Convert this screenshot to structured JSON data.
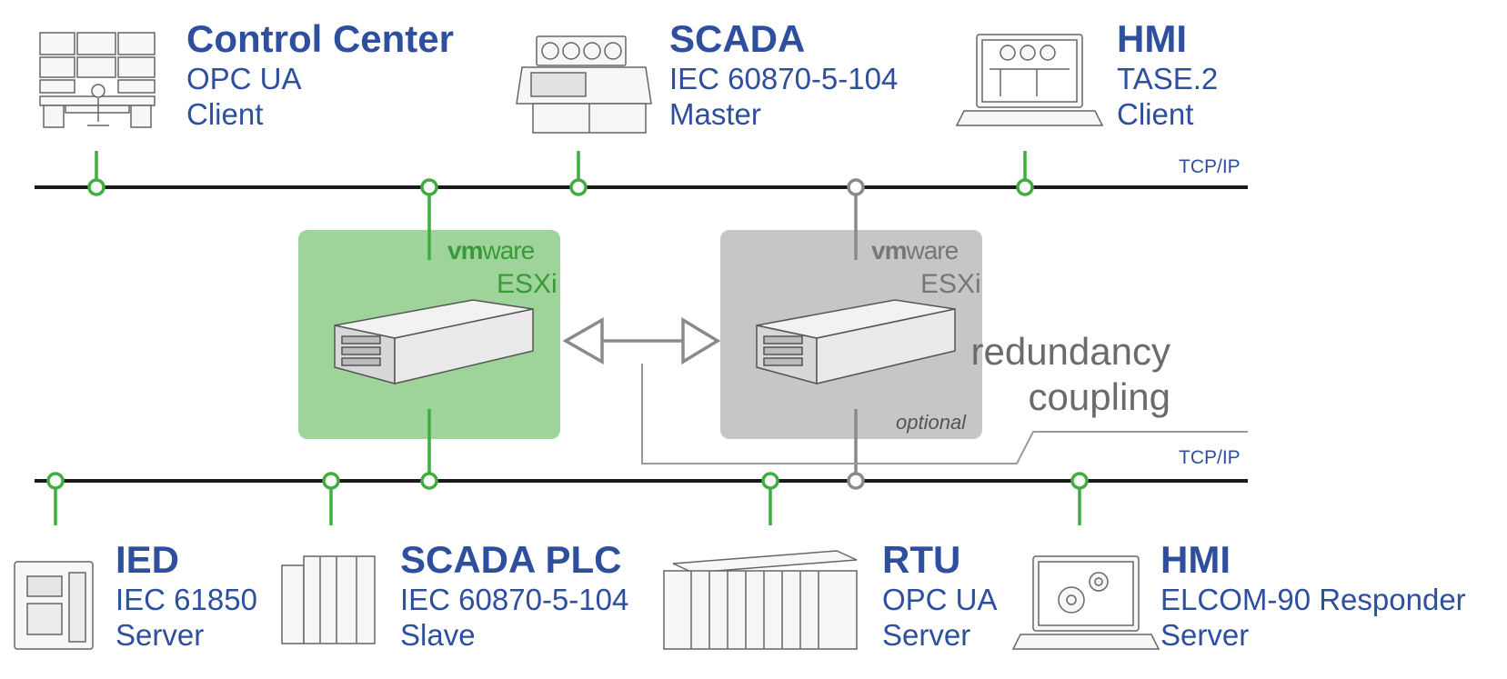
{
  "networks": {
    "top_label": "TCP/IP",
    "bottom_label": "TCP/IP"
  },
  "top_devices": [
    {
      "title": "Control Center",
      "line1": "OPC UA",
      "line2": "Client",
      "icon": "control-center-icon"
    },
    {
      "title": "SCADA",
      "line1": "IEC 60870-5-104",
      "line2": "Master",
      "icon": "scada-console-icon"
    },
    {
      "title": "HMI",
      "line1": "TASE.2",
      "line2": "Client",
      "icon": "laptop-map-icon"
    }
  ],
  "bottom_devices": [
    {
      "title": "IED",
      "line1": "IEC 61850",
      "line2": "Server",
      "icon": "ied-relay-icon"
    },
    {
      "title": "SCADA PLC",
      "line1": "IEC 60870-5-104",
      "line2": "Slave",
      "icon": "plc-icon"
    },
    {
      "title": "RTU",
      "line1": "OPC UA",
      "line2": "Server",
      "icon": "rtu-rack-icon"
    },
    {
      "title": "HMI",
      "line1": "ELCOM-90 Responder",
      "line2": "Server",
      "icon": "laptop-gears-icon"
    }
  ],
  "servers": {
    "primary": {
      "vendor_a": "vm",
      "vendor_b": "ware",
      "product": "ESXi",
      "color": "#9ed49a"
    },
    "secondary": {
      "vendor_a": "vm",
      "vendor_b": "ware",
      "product": "ESXi",
      "tag": "optional",
      "color": "#c6c6c6"
    }
  },
  "redundancy": {
    "line1": "redundancy",
    "line2": "coupling"
  },
  "colors": {
    "text": "#2e4f9e",
    "node_green": "#3fae3f",
    "node_gray": "#8a8a8a",
    "bus": "#1a1a1a"
  }
}
